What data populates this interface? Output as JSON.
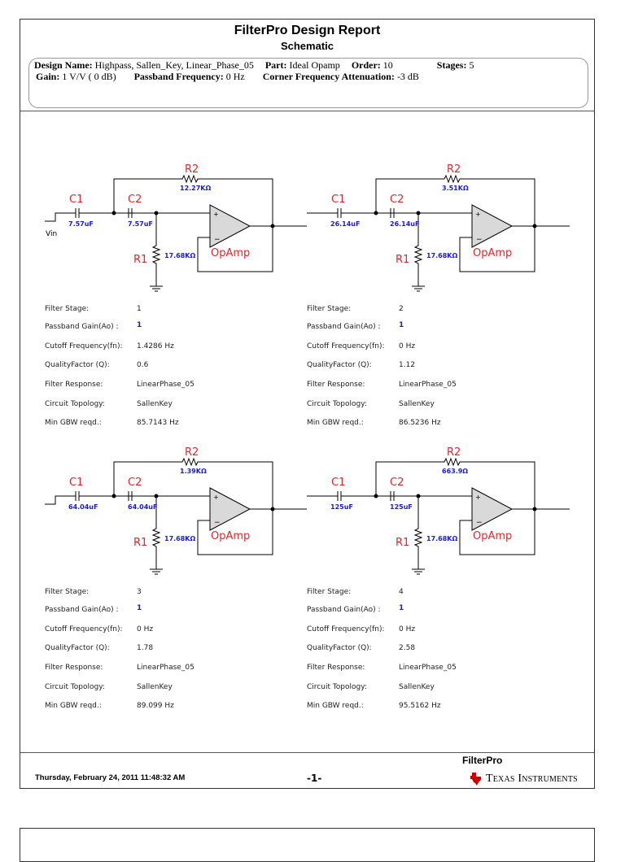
{
  "header": {
    "title": "FilterPro Design Report",
    "subtitle": "Schematic"
  },
  "design": {
    "design_name_label": "Design Name:",
    "design_name": "Highpass, Sallen_Key, Linear_Phase_05",
    "part_label": "Part:",
    "part": "Ideal Opamp",
    "order_label": "Order:",
    "order": "10",
    "stages_label": "Stages:",
    "stages": "5",
    "gain_label": "Gain:",
    "gain": "1 V/V ( 0 dB)",
    "passband_label": "Passband Frequency:",
    "passband": "0 Hz",
    "attenuation_label": "Corner Frequency Attenuation:",
    "attenuation": "-3 dB"
  },
  "row_labels": [
    "Filter Stage:",
    "Passband Gain(Ao) :",
    "Cutoff Frequency(fn):",
    "QualityFactor (Q):",
    "Filter Response:",
    "Circuit Topology:",
    "Min GBW reqd.:"
  ],
  "component_labels": {
    "c1": "C1",
    "c2": "C2",
    "r1": "R1",
    "r2": "R2",
    "opamp": "OpAmp",
    "vin": "Vin"
  },
  "stages": [
    {
      "c1": "7.57uF",
      "c2": "7.57uF",
      "r1": "17.68KΩ",
      "r2": "12.27KΩ",
      "values": [
        "1",
        "1",
        "1.4286 Hz",
        "0.6",
        "LinearPhase_05",
        "SallenKey",
        "85.7143 Hz"
      ]
    },
    {
      "c1": "26.14uF",
      "c2": "26.14uF",
      "r1": "17.68KΩ",
      "r2": "3.51KΩ",
      "values": [
        "2",
        "1",
        "0 Hz",
        "1.12",
        "LinearPhase_05",
        "SallenKey",
        "86.5236 Hz"
      ]
    },
    {
      "c1": "64.04uF",
      "c2": "64.04uF",
      "r1": "17.68KΩ",
      "r2": "1.39KΩ",
      "values": [
        "3",
        "1",
        "0 Hz",
        "1.78",
        "LinearPhase_05",
        "SallenKey",
        "89.099 Hz"
      ]
    },
    {
      "c1": "125uF",
      "c2": "125uF",
      "r1": "17.68KΩ",
      "r2": "663.9Ω",
      "values": [
        "4",
        "1",
        "0 Hz",
        "2.58",
        "LinearPhase_05",
        "SallenKey",
        "95.5162 Hz"
      ]
    }
  ],
  "footer": {
    "date": "Thursday, February 24, 2011   11:48:32 AM",
    "page": "-1-",
    "app": "FilterPro",
    "brand": "Texas Instruments"
  },
  "colors": {
    "label": "#e8262a",
    "value": "#1a1ae6",
    "opamp_fill": "#d9d9d9",
    "ti_red": "#cc0000"
  }
}
